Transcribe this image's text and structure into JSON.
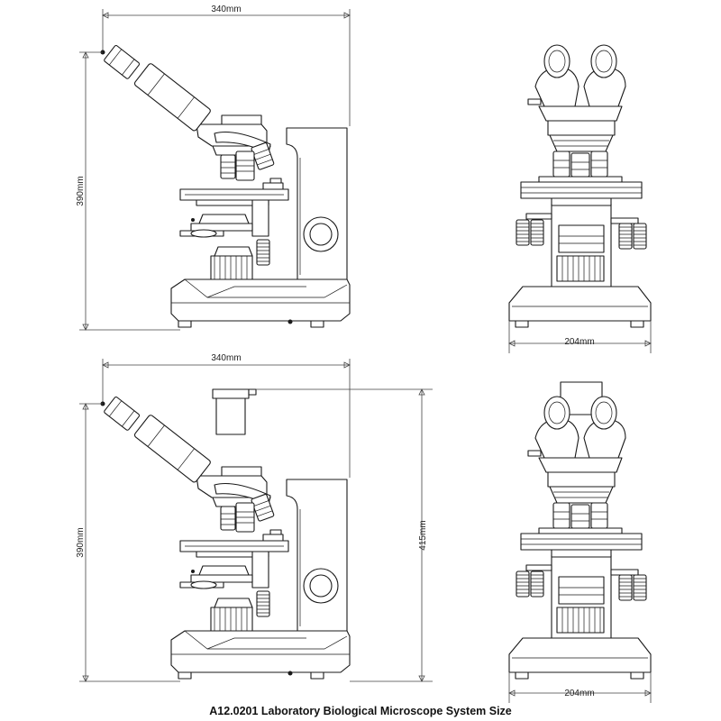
{
  "caption": "A12.0201 Laboratory Biological Microscope System Size",
  "views": {
    "top_side": {
      "width_label": "340mm",
      "height_label": "390mm"
    },
    "top_front": {
      "width_label": "204mm"
    },
    "bottom_side": {
      "width_label": "340mm",
      "height_label": "390mm",
      "total_height_label": "415mm"
    },
    "bottom_front": {
      "width_label": "204mm"
    }
  }
}
